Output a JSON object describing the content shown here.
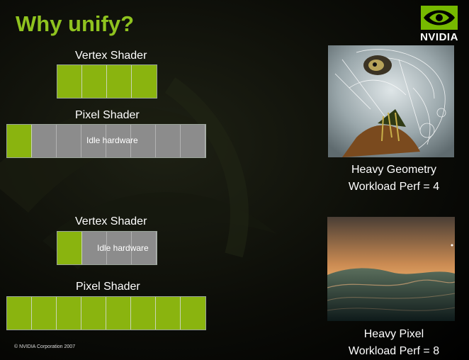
{
  "title": "Why unify?",
  "logo": {
    "text": "NVIDIA",
    "icon": "nvidia-eye-icon"
  },
  "top": {
    "vertex_label": "Vertex Shader",
    "vertex_bar": [
      "busy",
      "busy",
      "busy",
      "busy"
    ],
    "pixel_label": "Pixel Shader",
    "pixel_bar": [
      "busy",
      "idle",
      "idle",
      "idle",
      "idle",
      "idle",
      "idle",
      "idle"
    ],
    "idle_text": "Idle hardware",
    "caption_line1": "Heavy Geometry",
    "caption_line2": "Workload Perf = 4"
  },
  "bottom": {
    "vertex_label": "Vertex Shader",
    "vertex_bar": [
      "busy",
      "idle",
      "idle",
      "idle"
    ],
    "idle_text": "Idle hardware",
    "pixel_label": "Pixel Shader",
    "pixel_bar": [
      "busy",
      "busy",
      "busy",
      "busy",
      "busy",
      "busy",
      "busy",
      "busy"
    ],
    "caption_line1": "Heavy Pixel",
    "caption_line2": "Workload Perf = 8"
  },
  "copyright": "© NVIDIA Corporation 2007",
  "colors": {
    "accent": "#8fc31f",
    "busy": "#8ab40f",
    "idle": "#8c8c8c"
  }
}
